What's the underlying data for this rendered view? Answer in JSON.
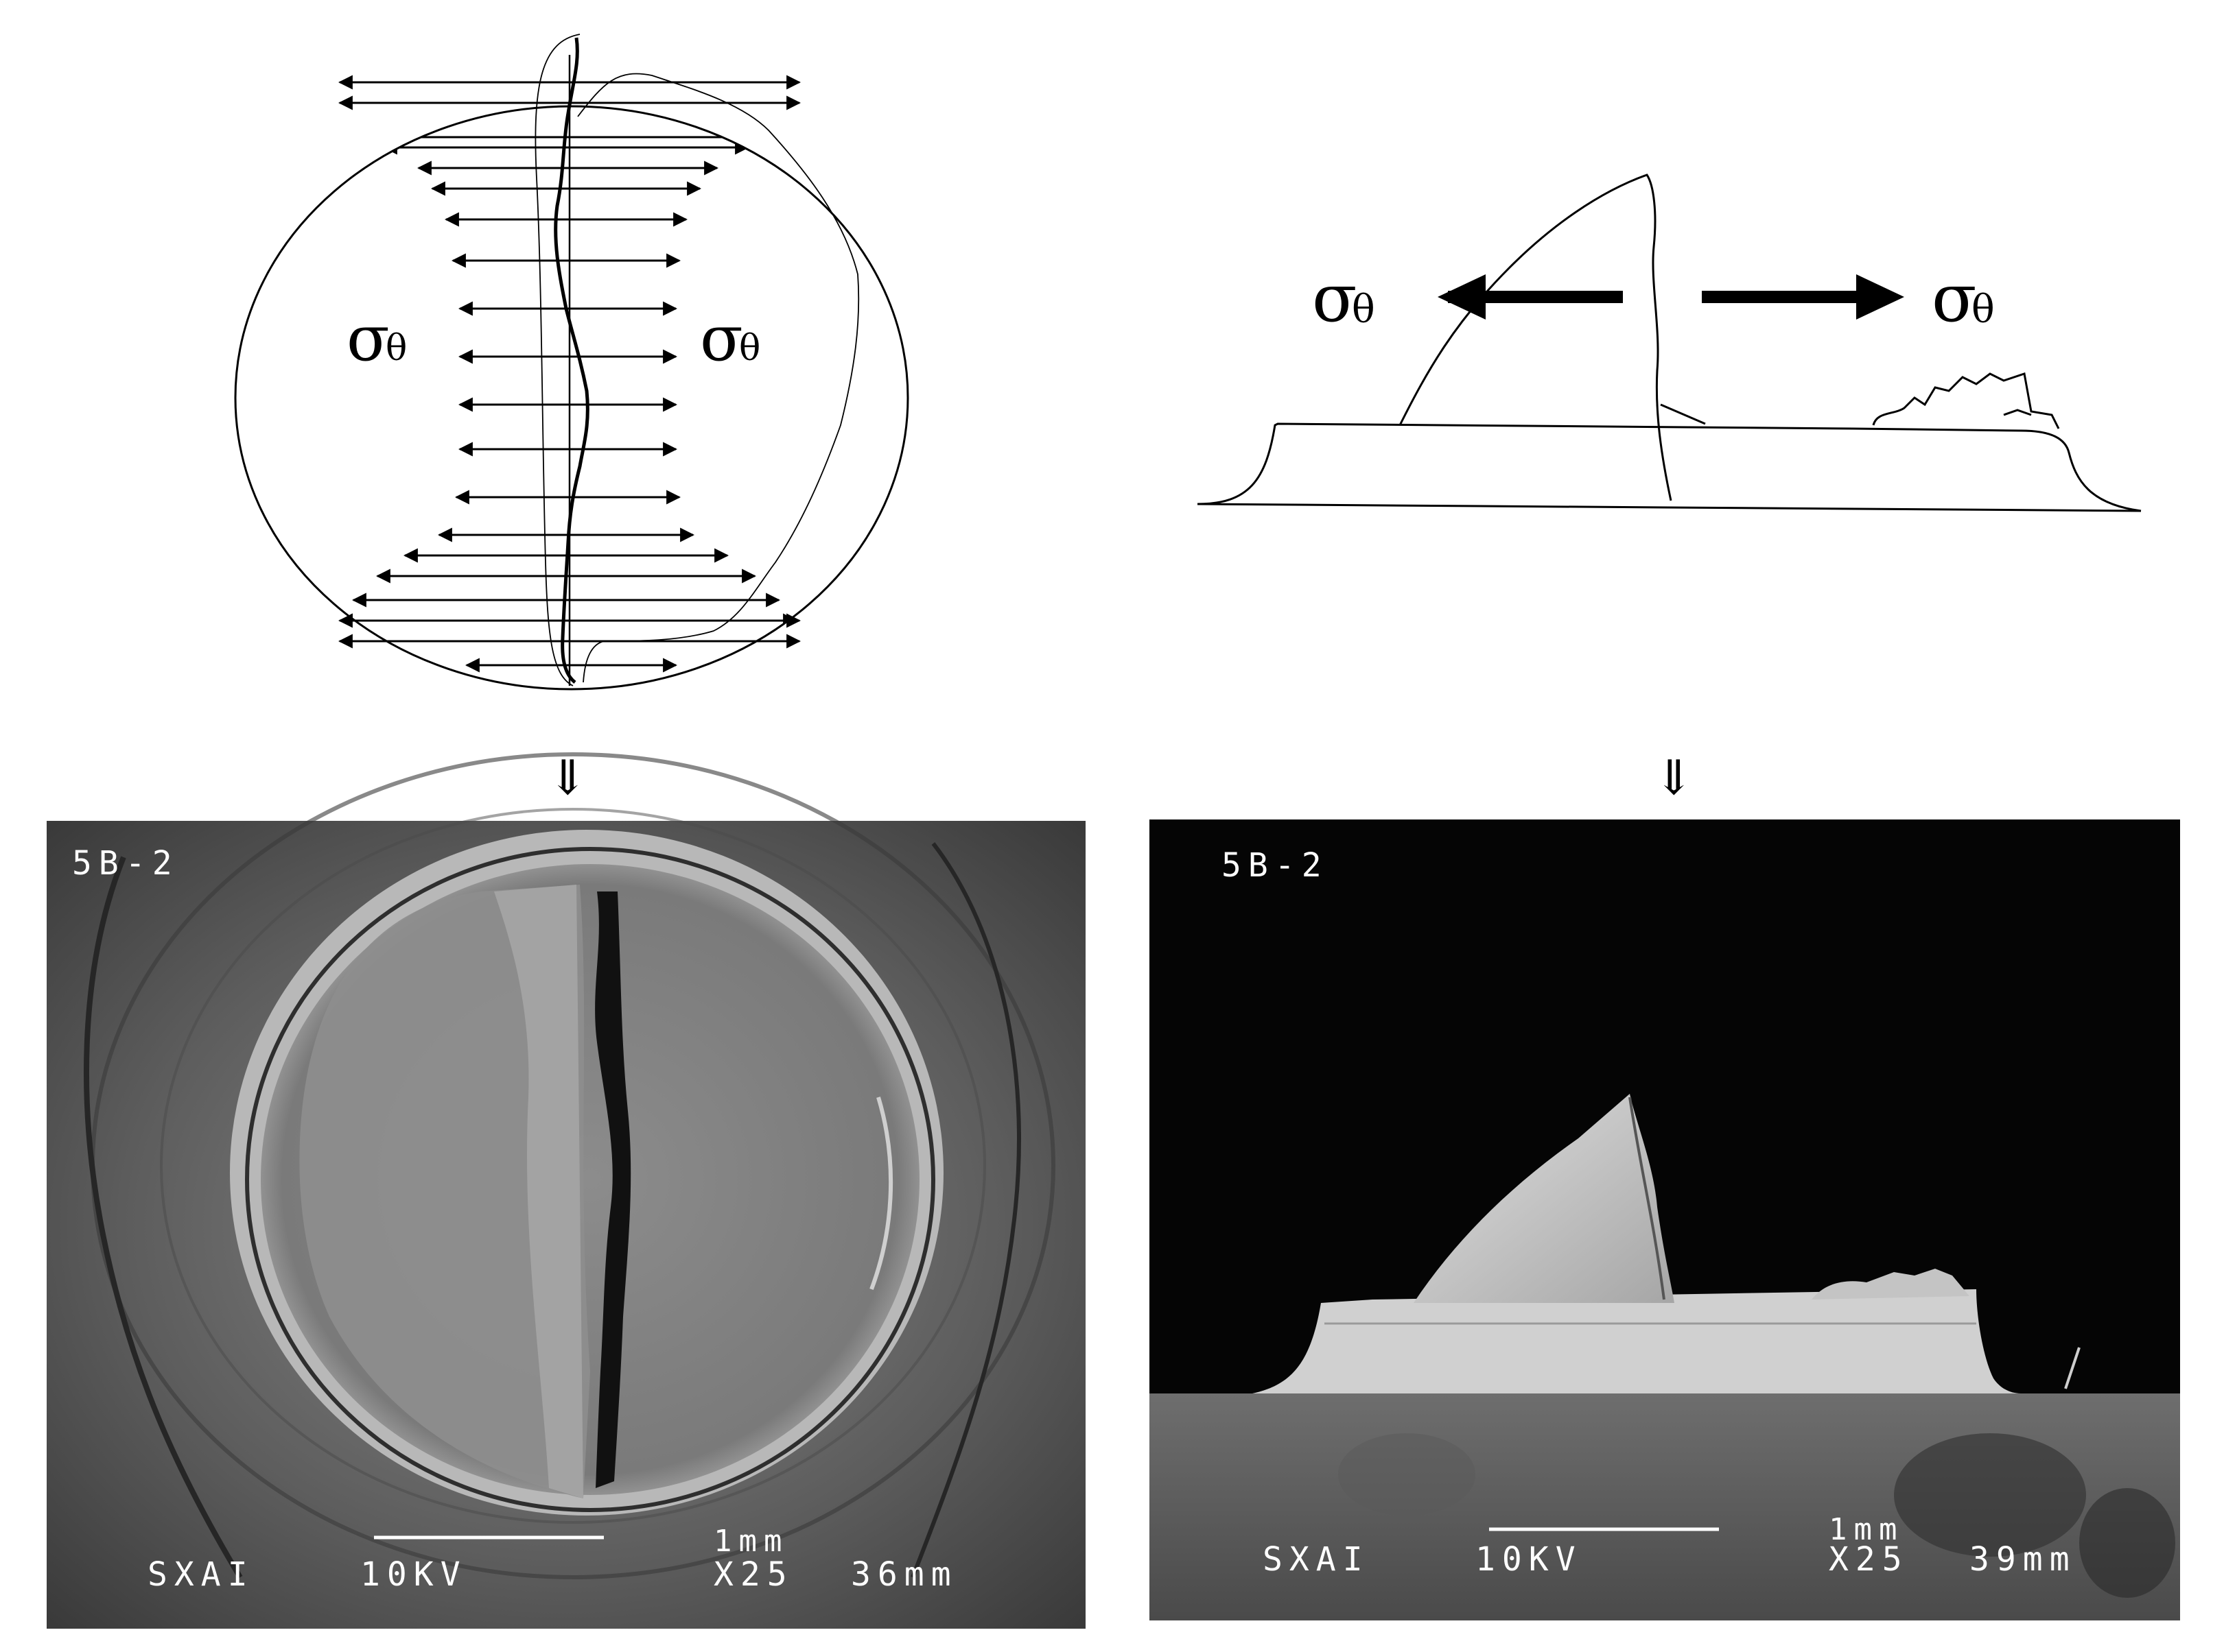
{
  "left_diagram": {
    "sigma_left": "σ",
    "sigma_left_sub": "θ",
    "sigma_right": "σ",
    "sigma_right_sub": "θ"
  },
  "right_diagram": {
    "sigma_left": "σ",
    "sigma_left_sub": "θ",
    "sigma_right": "σ",
    "sigma_right_sub": "θ"
  },
  "arrows": {
    "left_down": "⇓",
    "right_down": "⇓"
  },
  "micrograph_left": {
    "sample_id": "5B-2",
    "scale_label": "1mm",
    "instrument": "SXAI",
    "voltage": "10KV",
    "magnification": "X25",
    "working_distance": "36mm"
  },
  "micrograph_right": {
    "sample_id": "5B-2",
    "scale_label": "1mm",
    "instrument": "SXAI",
    "voltage": "10KV",
    "magnification": "X25",
    "working_distance": "39mm"
  }
}
